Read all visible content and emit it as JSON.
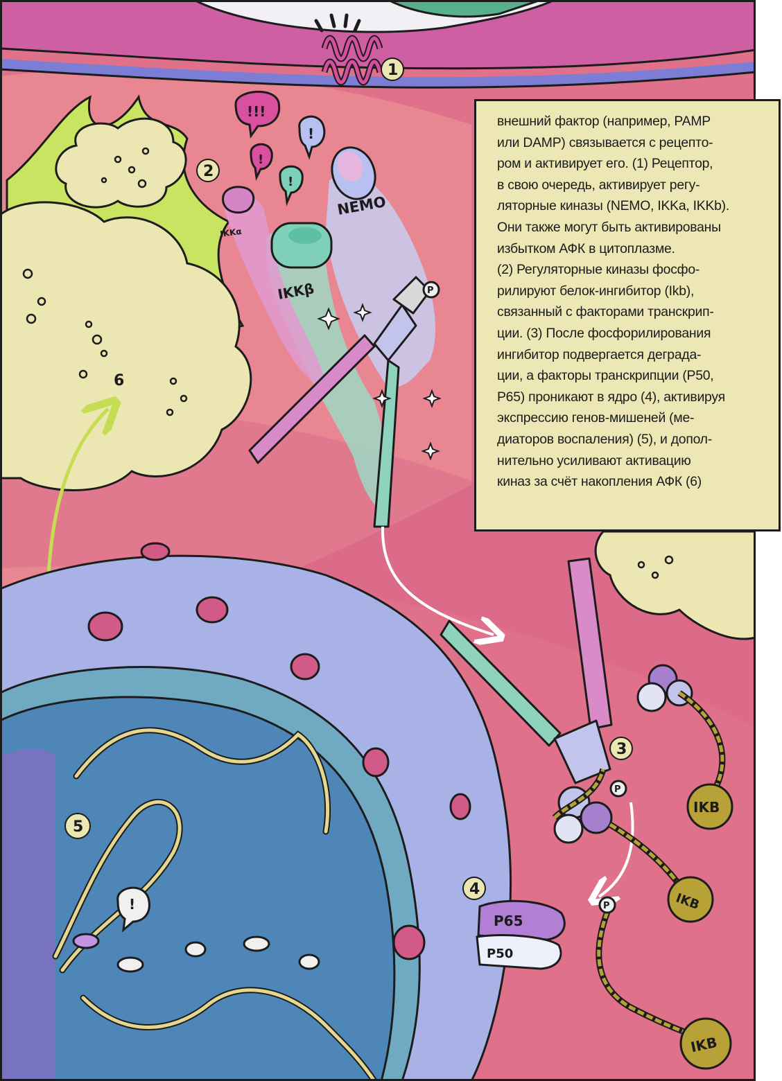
{
  "caption": {
    "lines": [
      "внешний фактор (например, PAMP",
      "или DAMP) связывается с рецепто-",
      "ром и активирует его. (1) Рецептор,",
      "в свою очередь, активирует регу-",
      "ляторные киназы (NEMO, IKKa, IKKb).",
      "Они также могут быть активированы",
      "избытком АФК в цитоплазме.",
      "(2) Регуляторные киназы фосфо-",
      "рилируют белок-ингибитор (Ikb),",
      "связанный с факторами транскрип-",
      "ции. (3) После фосфорилирования",
      "ингибитор подвергается деграда-",
      "ции, а факторы транскрипции (P50,",
      "P65) проникают в ядро (4), активируя",
      "экспрессию генов-мишеней (ме-",
      "диаторов воспаления) (5), и допол-",
      "нительно усиливают активацию",
      "киназ за счёт накопления АФК (6)"
    ]
  },
  "steps": {
    "s1": "1",
    "s2": "2",
    "s3": "3",
    "s4": "4",
    "s5": "5",
    "s6": "6"
  },
  "labels": {
    "ikka": "IKKα",
    "nemo": "NEMO",
    "ikkb": "IKKβ",
    "p65": "P65",
    "p50": "P50",
    "ikb": "IKB",
    "phospho": "P",
    "exclaim_triple": "!!!",
    "exclaim": "!"
  },
  "colors": {
    "cytoplasm": "#e2768e",
    "ros_cloud": "#ece6b2",
    "flame": "#bde05a",
    "nucleus_outer": "#a8b2e6",
    "nucleus_inner": "#4f86b8",
    "caption_bg": "#ece7b4",
    "kinase_pink": "#d98bc9",
    "kinase_teal": "#8fd3bf",
    "kinase_lilac": "#c3c4ec",
    "chain": "#b8a238"
  }
}
